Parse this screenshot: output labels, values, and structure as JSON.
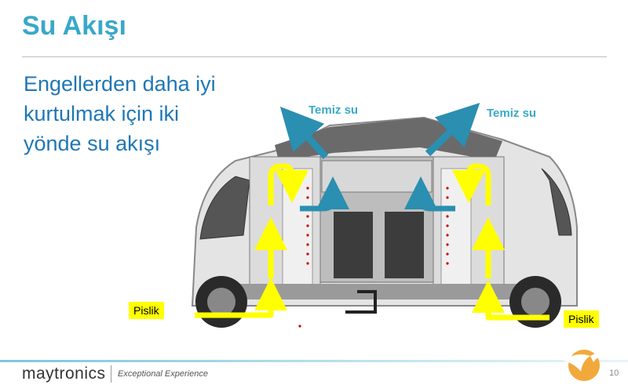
{
  "slide": {
    "title": "Su Akışı",
    "body_lines": [
      "Engellerden daha iyi",
      "kurtulmak için iki",
      "yönde su akışı"
    ]
  },
  "diagram": {
    "clean_water_label_left": "Temiz su",
    "clean_water_label_right": "Temiz su",
    "dirt_label_left": "Pislik",
    "dirt_label_right": "Pislik"
  },
  "footer": {
    "brand": "maytronics",
    "tagline": "Exceptional Experience",
    "page_number": "10"
  },
  "colors": {
    "title": "#3aa8c8",
    "body": "#1f77b4",
    "flow_dirty": "#ffff00",
    "flow_clean": "#2a8fb0",
    "logo": "#f2a93b"
  }
}
